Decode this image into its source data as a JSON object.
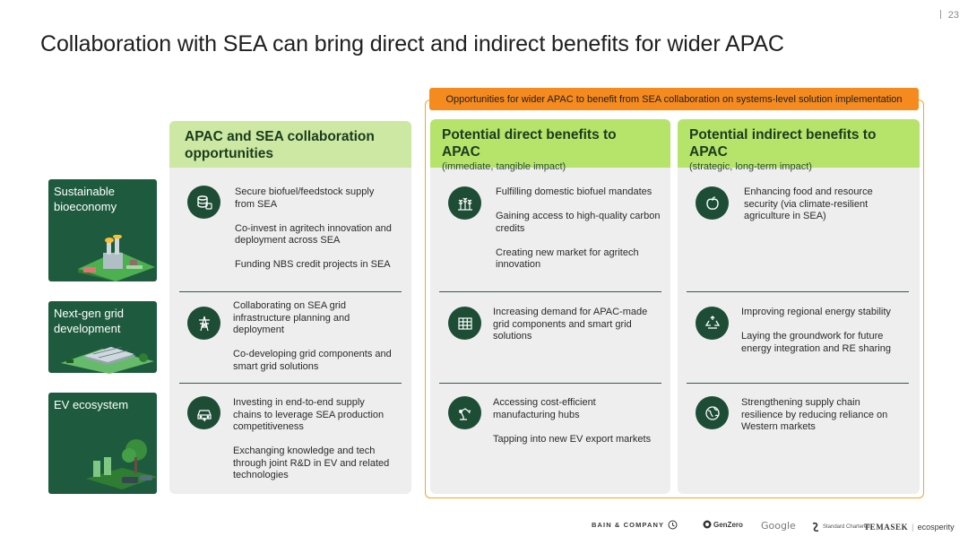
{
  "page_number": "23",
  "title": "Collaboration with SEA can bring direct and indirect benefits for wider APAC",
  "banner": "Opportunities for wider APAC to benefit from SEA collaboration on systems-level solution implementation",
  "columns": {
    "opportunities": {
      "heading": "APAC and SEA collaboration opportunities"
    },
    "direct": {
      "heading": "Potential direct benefits to APAC",
      "sub": "(immediate, tangible impact)"
    },
    "indirect": {
      "heading": "Potential indirect benefits to APAC",
      "sub": "(strategic, long-term impact)"
    }
  },
  "rows": [
    {
      "label": "Sustainable bioeconomy",
      "illustration": "factory-farm-illustration",
      "opportunities": {
        "icon": "coins-stack-icon",
        "items": [
          "Secure biofuel/feedstock supply from SEA",
          "Co-invest in agritech innovation and deployment across SEA",
          "Funding NBS credit projects in SEA"
        ]
      },
      "direct": {
        "icon": "wheat-field-icon",
        "items": [
          "Fulfilling domestic biofuel mandates",
          "Gaining access to high-quality carbon credits",
          "Creating new market for agritech innovation"
        ]
      },
      "indirect": {
        "icon": "apple-icon",
        "items": [
          "Enhancing food and resource security (via climate-resilient agriculture in SEA)"
        ]
      }
    },
    {
      "label": "Next-gen grid development",
      "illustration": "solar-warehouse-illustration",
      "opportunities": {
        "icon": "power-pylon-icon",
        "items": [
          "Collaborating on SEA grid infrastructure planning and deployment",
          "Co-developing grid components and smart grid solutions"
        ]
      },
      "direct": {
        "icon": "grid-panel-icon",
        "items": [
          "Increasing demand for APAC-made grid components and smart grid solutions"
        ]
      },
      "indirect": {
        "icon": "recycle-icon",
        "items": [
          "Improving regional energy stability",
          "Laying the groundwork for future energy integration and RE sharing"
        ]
      }
    },
    {
      "label": "EV ecosystem",
      "illustration": "ev-charging-illustration",
      "opportunities": {
        "icon": "electric-car-icon",
        "items": [
          "Investing in end-to-end supply chains to leverage SEA production competitiveness",
          "Exchanging knowledge and tech through joint R&D in EV and related technologies"
        ]
      },
      "direct": {
        "icon": "robot-arm-icon",
        "items": [
          "Accessing cost-efficient manufacturing hubs",
          "Tapping into new EV export markets"
        ]
      },
      "indirect": {
        "icon": "globe-icon",
        "items": [
          "Strengthening supply chain resilience by reducing reliance on Western markets"
        ]
      }
    }
  ],
  "footer_logos": [
    "BAIN & COMPANY",
    "GenZero",
    "Google",
    "Standard Chartered",
    "TEMASEK",
    "ecosperity"
  ],
  "colors": {
    "dark_green": "#1e5b3e",
    "light_green_header": "#cde8a3",
    "bright_green_header": "#b6e36a",
    "orange_accent": "#f58a1f",
    "panel_grey": "#eeeeee"
  }
}
